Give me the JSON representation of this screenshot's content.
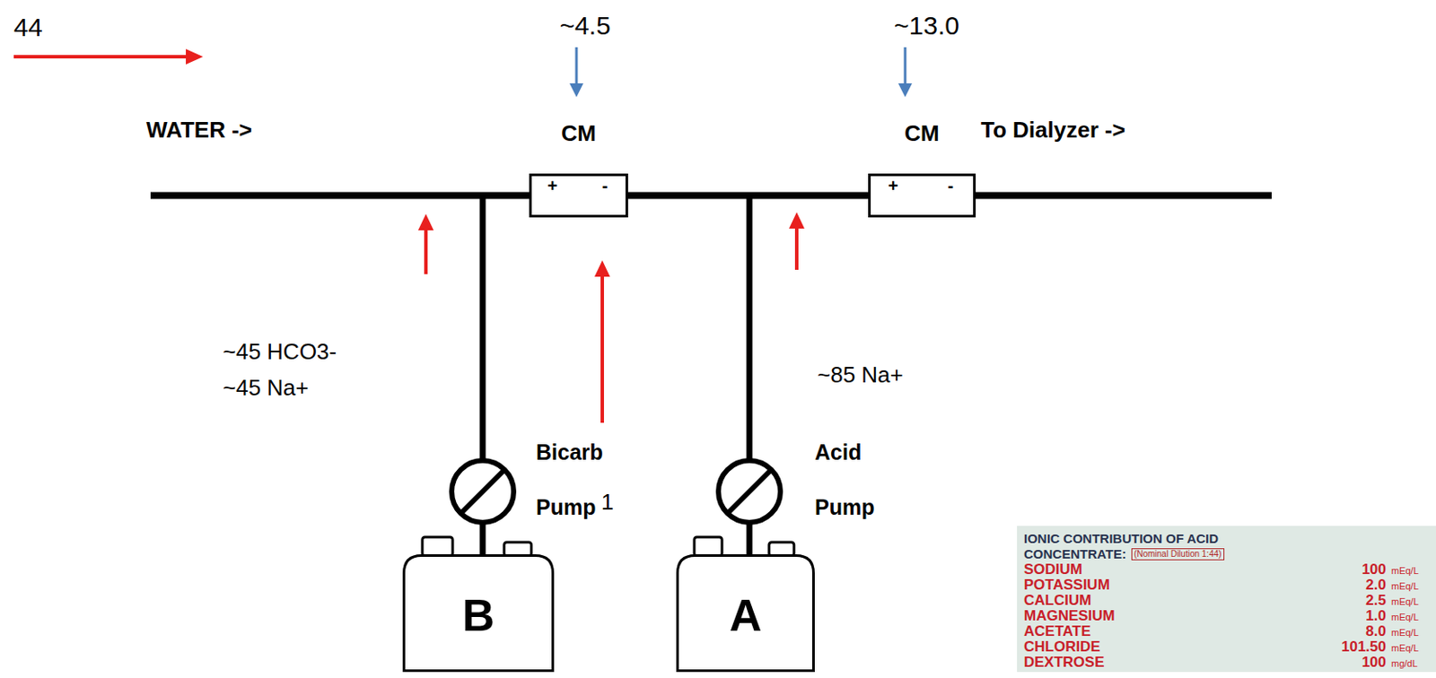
{
  "diagram": {
    "nodes": [
      {
        "text": [
          "CM",
          "+",
          "-"
        ]
      },
      {
        "text": [
          "CM",
          "+",
          "-"
        ]
      },
      {
        "text": [
          "Bicarb Pump"
        ]
      },
      {
        "text": [
          "B"
        ]
      },
      {
        "text": [
          "Acid Pump"
        ]
      },
      {
        "text": [
          "A"
        ]
      },
      {
        "text": [
          "IONIC CONTRIBUTION OF ACID",
          "CONCENTRATE:",
          "(Nominal Dilution 1:44)",
          "SODIUM",
          "100",
          "mEq/L",
          "POTASSIUM",
          "2.0",
          "mEq/L",
          "CALCIUM",
          "2.5",
          "mEq/L",
          "MAGNESIUM",
          "1.0",
          "mEq/L",
          "ACETATE",
          "8.0",
          "mEq/L",
          "CHLORIDE",
          "101.50",
          "mEq/L",
          "DEXTROSE",
          "100",
          "mg/dL"
        ]
      }
    ],
    "edges": [
      {
        "from": 3,
        "to": 2,
        "arrow": "none"
      },
      {
        "from": 2,
        "to": 0,
        "arrow": "none"
      },
      {
        "from": 0,
        "to": 1,
        "arrow": "none"
      },
      {
        "from": 5,
        "to": 4,
        "arrow": "none"
      },
      {
        "from": 4,
        "to": 1,
        "arrow": "none"
      }
    ],
    "labels": [
      "44",
      "~4.5",
      "~13.0",
      "WATER ->",
      "To Dialyzer ->",
      "~45 HCO3-",
      "~45 Na+",
      "1",
      "~85 Na+"
    ]
  }
}
